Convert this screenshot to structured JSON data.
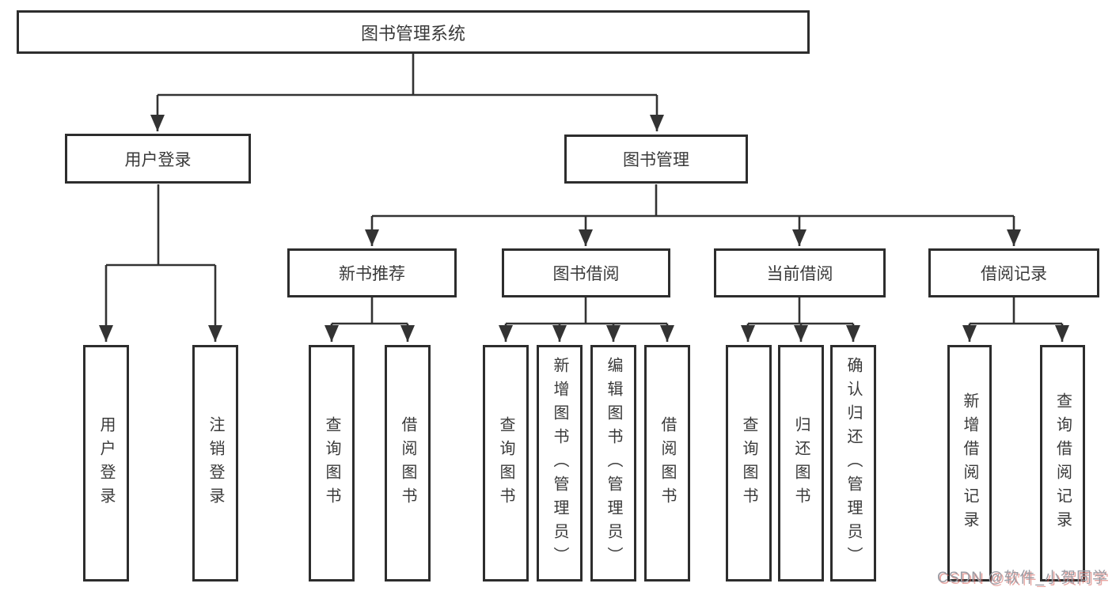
{
  "diagram": {
    "title": "图书管理系统",
    "root": {
      "label": "图书管理系统"
    },
    "level2": [
      {
        "id": "user-login",
        "label": "用户登录",
        "parent": "图书管理系统"
      },
      {
        "id": "book-management",
        "label": "图书管理",
        "parent": "图书管理系统"
      }
    ],
    "level3": [
      {
        "id": "new-book-recommend",
        "label": "新书推荐",
        "parent": "图书管理"
      },
      {
        "id": "book-borrow",
        "label": "图书借阅",
        "parent": "图书管理"
      },
      {
        "id": "current-borrow",
        "label": "当前借阅",
        "parent": "图书管理"
      },
      {
        "id": "borrow-records",
        "label": "借阅记录",
        "parent": "图书管理"
      }
    ],
    "leaves": [
      {
        "label": "用户登录",
        "parent": "用户登录"
      },
      {
        "label": "注销登录",
        "parent": "用户登录"
      },
      {
        "label": "查询图书",
        "parent": "新书推荐"
      },
      {
        "label": "借阅图书",
        "parent": "新书推荐"
      },
      {
        "label": "查询图书",
        "parent": "图书借阅"
      },
      {
        "label": "新增图书（管理员）",
        "parent": "图书借阅"
      },
      {
        "label": "编辑图书（管理员）",
        "parent": "图书借阅"
      },
      {
        "label": "借阅图书",
        "parent": "图书借阅"
      },
      {
        "label": "查询图书",
        "parent": "当前借阅"
      },
      {
        "label": "归还图书",
        "parent": "当前借阅"
      },
      {
        "label": "确认归还（管理员）",
        "parent": "当前借阅"
      },
      {
        "label": "新增借阅记录",
        "parent": "借阅记录"
      },
      {
        "label": "查询借阅记录",
        "parent": "借阅记录"
      }
    ]
  },
  "watermark": {
    "text": "CSDN @软件_小贺同学"
  },
  "colors": {
    "line": "#333333",
    "box_border": "#2d2d2d",
    "box_background": "#ffffff",
    "text": "#3a3a3a",
    "watermark_gray": "#9b9ba3",
    "watermark_red": "#d65c56"
  }
}
